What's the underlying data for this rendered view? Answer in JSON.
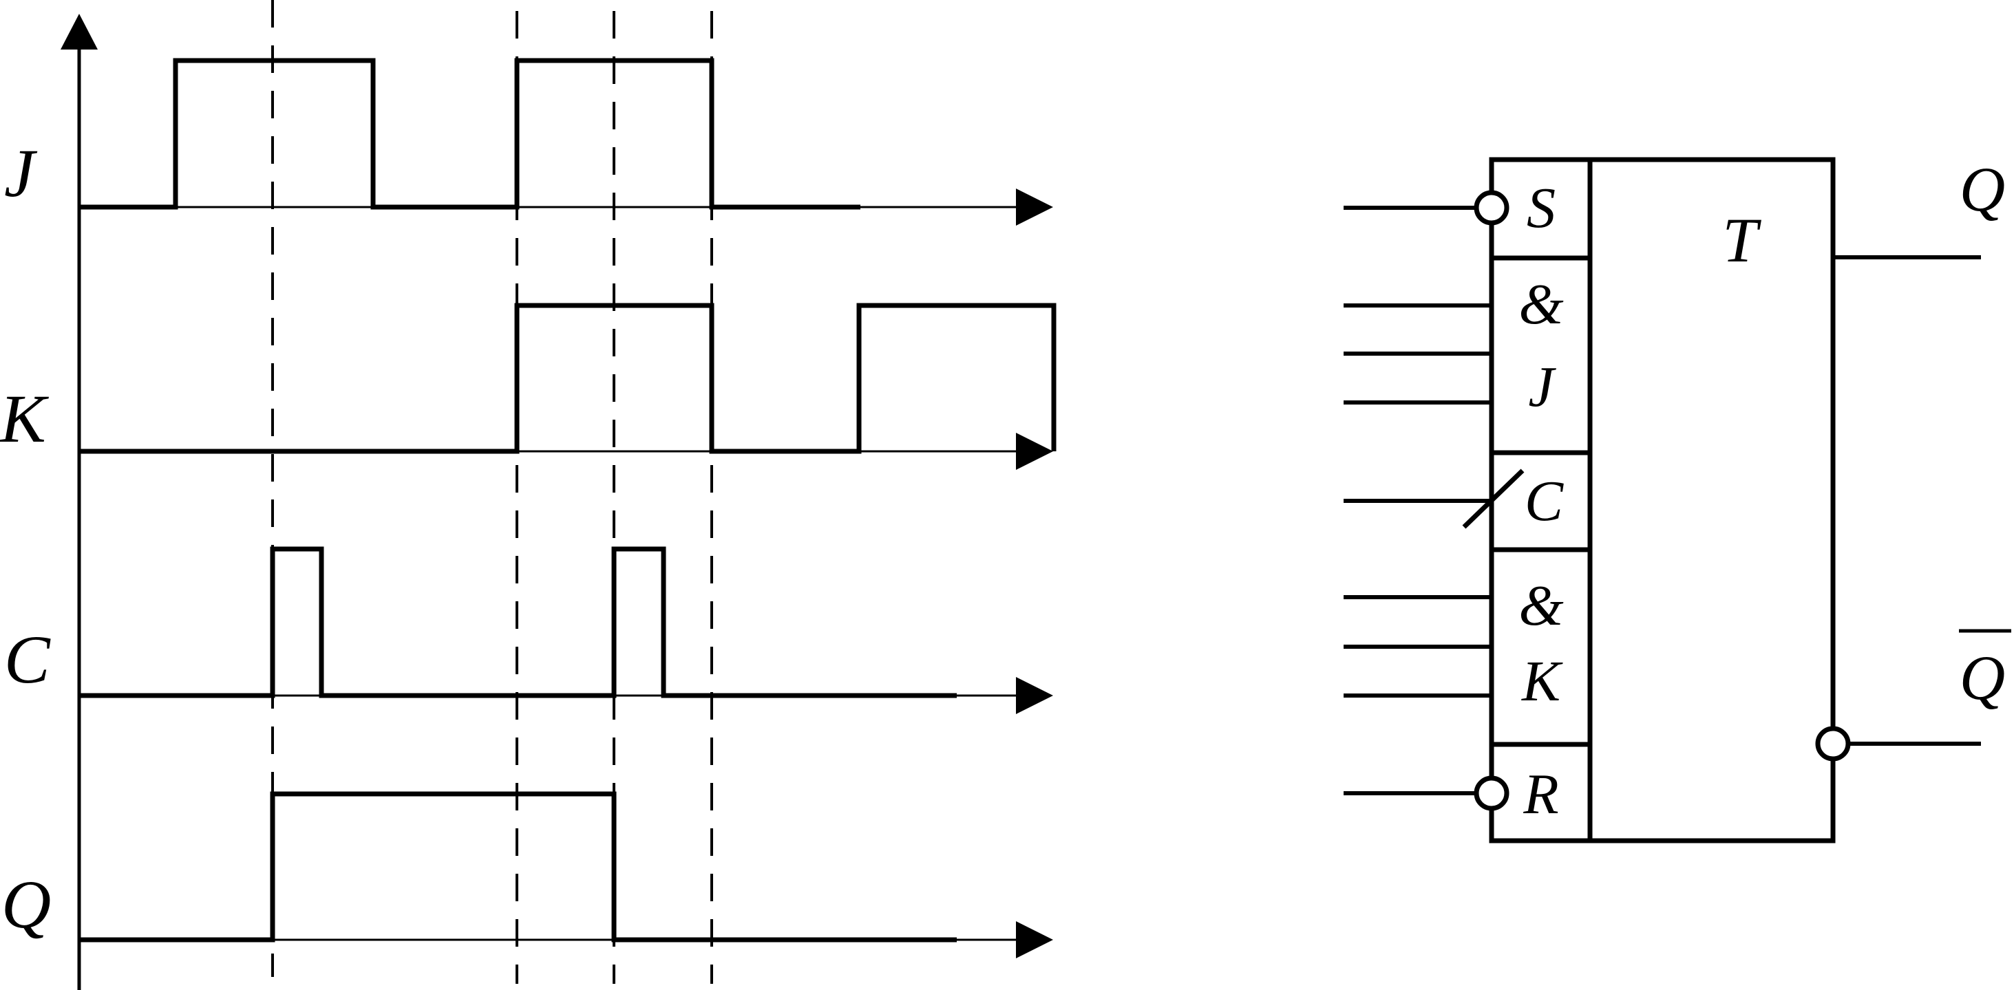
{
  "timing_diagram": {
    "signals": [
      {
        "name": "J",
        "levels": [
          0,
          1,
          0,
          1,
          0
        ]
      },
      {
        "name": "K",
        "levels": [
          0,
          0,
          0,
          1,
          0,
          1
        ]
      },
      {
        "name": "C",
        "levels": [
          0,
          1,
          0,
          1,
          0
        ]
      },
      {
        "name": "Q",
        "levels": [
          0,
          1,
          0
        ]
      }
    ]
  },
  "flipflop": {
    "type_label": "T",
    "inputs": {
      "set": "S",
      "and_j": "&",
      "j": "J",
      "clock": "C",
      "and_k": "&",
      "k": "K",
      "reset": "R"
    },
    "outputs": {
      "q": "Q",
      "q_inverted": "Q"
    }
  },
  "colors": {
    "ink": "#000000",
    "background": "#ffffff"
  }
}
